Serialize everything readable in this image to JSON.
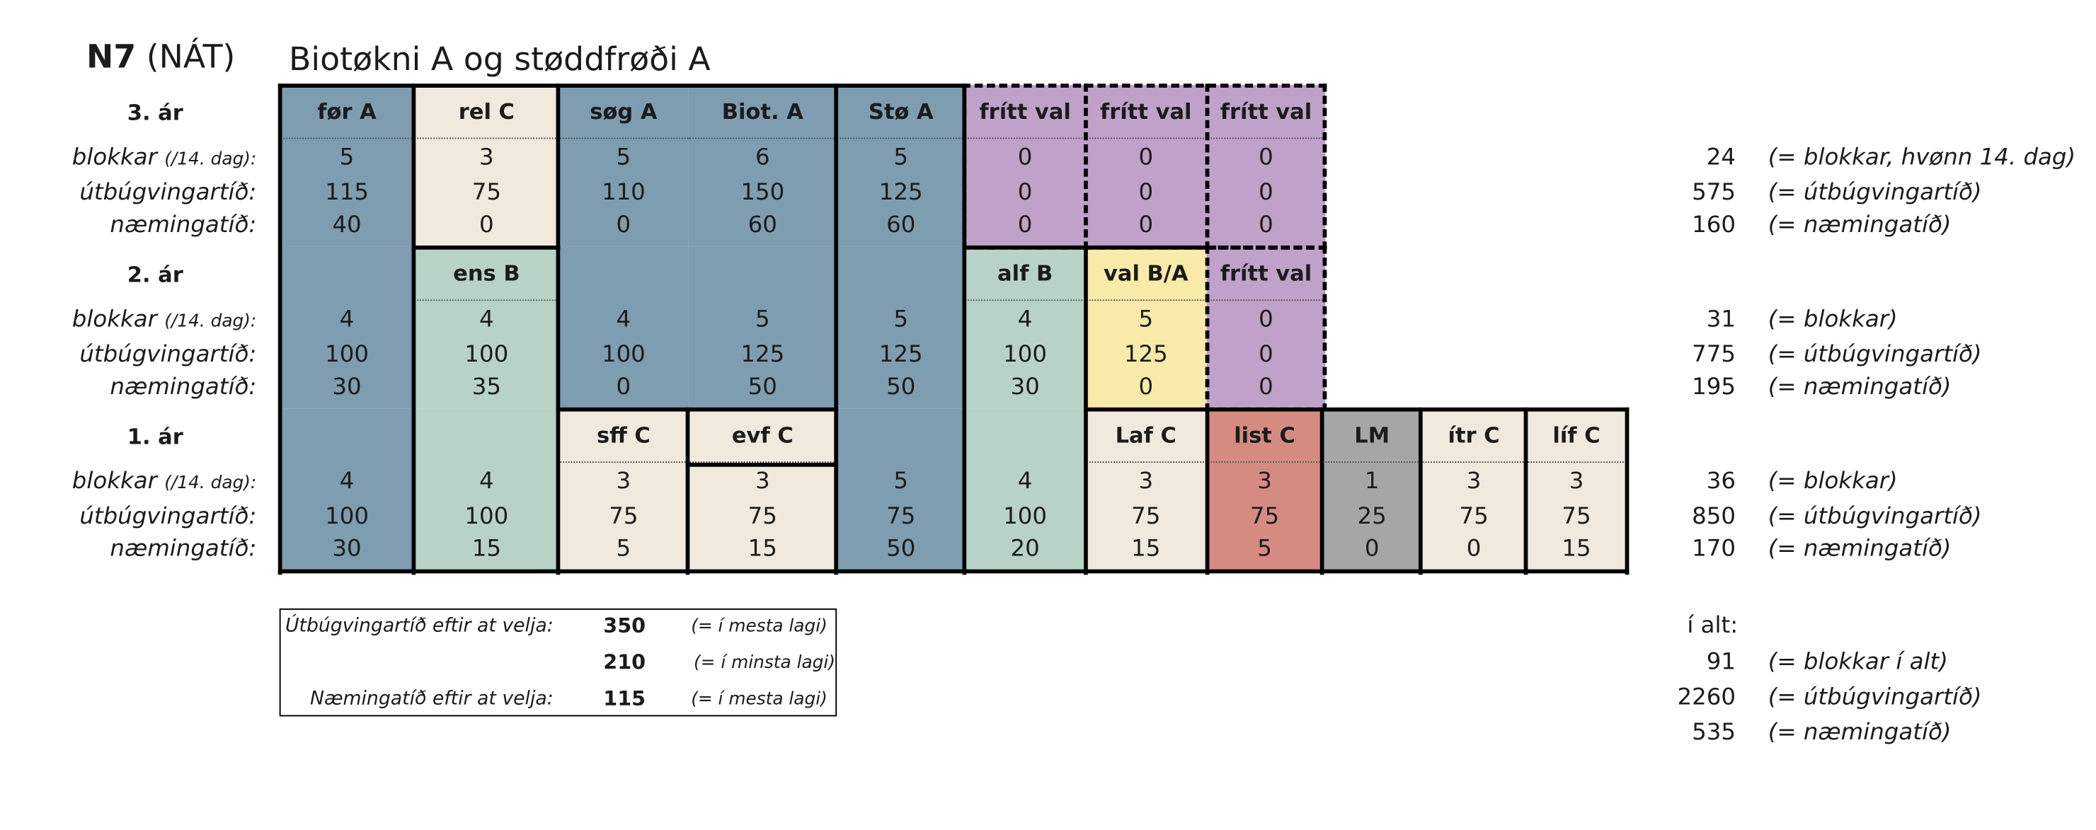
{
  "header": {
    "code": "N7",
    "subcode": "(NÁT)",
    "title": "Biotøkni A og støddfrøði A"
  },
  "row_labels": {
    "blokkar": "blokkar",
    "blokkar_unit": "(/14. dag):",
    "utbugvingartid": "útbúgvingartíð:",
    "nemingatid": "næmingatíð:"
  },
  "years": [
    {
      "label": "3. ár",
      "subjects": [
        {
          "name": "før A",
          "color": "#7e9db1",
          "values": [
            "5",
            "115",
            "40"
          ]
        },
        {
          "name": "rel C",
          "color": "#f1e8de",
          "values": [
            "3",
            "75",
            "0"
          ]
        },
        {
          "name": "søg A",
          "color": "#7e9db1",
          "values": [
            "5",
            "110",
            "0"
          ]
        },
        {
          "name": "Biot. A",
          "color": "#7e9db1",
          "values": [
            "6",
            "150",
            "60"
          ]
        },
        {
          "name": "Stø A",
          "color": "#7e9db1",
          "values": [
            "5",
            "125",
            "60"
          ]
        },
        {
          "name": "frítt val",
          "color": "#c0a1c9",
          "values": [
            "0",
            "0",
            "0"
          ]
        },
        {
          "name": "frítt val",
          "color": "#c0a1c9",
          "values": [
            "0",
            "0",
            "0"
          ]
        },
        {
          "name": "frítt val",
          "color": "#c0a1c9",
          "values": [
            "0",
            "0",
            "0"
          ]
        }
      ],
      "totals": [
        {
          "value": "24",
          "note": "(= blokkar, hvønn 14. dag)"
        },
        {
          "value": "575",
          "note": "(= útbúgvingartíð)"
        },
        {
          "value": "160",
          "note": "(= næmingatíð)"
        }
      ]
    },
    {
      "label": "2. ár",
      "subjects": [
        {
          "name": "",
          "color": "#7e9db1",
          "values": [
            "4",
            "100",
            "30"
          ]
        },
        {
          "name": "ens B",
          "color": "#b8d3c6",
          "values": [
            "4",
            "100",
            "35"
          ]
        },
        {
          "name": "",
          "color": "#7e9db1",
          "values": [
            "4",
            "100",
            "0"
          ]
        },
        {
          "name": "",
          "color": "#7e9db1",
          "values": [
            "5",
            "125",
            "50"
          ]
        },
        {
          "name": "",
          "color": "#7e9db1",
          "values": [
            "5",
            "125",
            "50"
          ]
        },
        {
          "name": "alf B",
          "color": "#b8d3c6",
          "values": [
            "4",
            "100",
            "30"
          ]
        },
        {
          "name": "val B/A",
          "color": "#f8eaa8",
          "values": [
            "5",
            "125",
            "0"
          ]
        },
        {
          "name": "frítt val",
          "color": "#c0a1c9",
          "values": [
            "0",
            "0",
            "0"
          ]
        }
      ],
      "totals": [
        {
          "value": "31",
          "note": "(= blokkar)"
        },
        {
          "value": "775",
          "note": "(= útbúgvingartíð)"
        },
        {
          "value": "195",
          "note": "(= næmingatíð)"
        }
      ]
    },
    {
      "label": "1. ár",
      "subjects": [
        {
          "name": "",
          "color": "#7e9db1",
          "values": [
            "4",
            "100",
            "30"
          ]
        },
        {
          "name": "",
          "color": "#b8d3c6",
          "values": [
            "4",
            "100",
            "15"
          ]
        },
        {
          "name": "sff C",
          "color": "#f1e8de",
          "values": [
            "3",
            "75",
            "5"
          ]
        },
        {
          "name": "evf C",
          "color": "#f1e8de",
          "values": [
            "3",
            "75",
            "15"
          ]
        },
        {
          "name": "",
          "color": "#7e9db1",
          "values": [
            "5",
            "75",
            "50"
          ]
        },
        {
          "name": "",
          "color": "#b8d3c6",
          "values": [
            "4",
            "100",
            "20"
          ]
        },
        {
          "name": "Laf C",
          "color": "#f1e8de",
          "values": [
            "3",
            "75",
            "15"
          ]
        },
        {
          "name": "list C",
          "color": "#d58b82",
          "values": [
            "3",
            "75",
            "5"
          ]
        },
        {
          "name": "LM",
          "color": "#a6a6a6",
          "values": [
            "1",
            "25",
            "0"
          ]
        },
        {
          "name": "ítr C",
          "color": "#f1e8de",
          "values": [
            "3",
            "75",
            "0"
          ]
        },
        {
          "name": "líf C",
          "color": "#f1e8de",
          "values": [
            "3",
            "75",
            "15"
          ]
        }
      ],
      "totals": [
        {
          "value": "36",
          "note": "(= blokkar)"
        },
        {
          "value": "850",
          "note": "(= útbúgvingartíð)"
        },
        {
          "value": "170",
          "note": "(= næmingatíð)"
        }
      ]
    }
  ],
  "choice_box": {
    "row1_label": "Útbúgvingartíð eftir at velja:",
    "row1_value": "350",
    "row1_note": "(= í mesta lagi)",
    "row2_value": "210",
    "row2_note": "(= í minsta lagi)",
    "row3_label": "Næmingatíð eftir at velja:",
    "row3_value": "115",
    "row3_note": "(= í mesta lagi)"
  },
  "grand_total": {
    "heading": "í alt:",
    "rows": [
      {
        "value": "91",
        "note": "(= blokkar í alt)"
      },
      {
        "value": "2260",
        "note": "(= útbúgvingartíð)"
      },
      {
        "value": "535",
        "note": "(= næmingatíð)"
      }
    ]
  }
}
